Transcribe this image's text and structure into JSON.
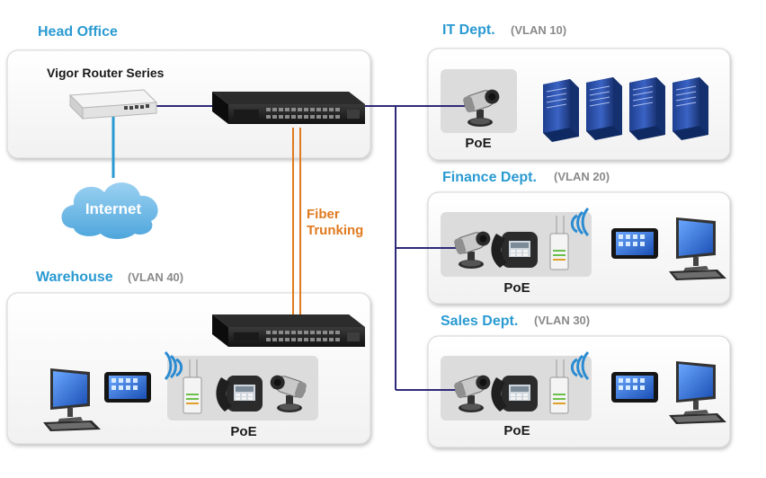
{
  "labels": {
    "head_office": "Head Office",
    "vigor_router": "Vigor Router Series",
    "internet": "Internet",
    "fiber": "Fiber",
    "trunking": "Trunking",
    "it_dept": "IT Dept.",
    "it_vlan": "(VLAN 10)",
    "finance_dept": "Finance Dept.",
    "finance_vlan": "(VLAN 20)",
    "sales_dept": "Sales Dept.",
    "sales_vlan": "(VLAN 30)",
    "warehouse": "Warehouse",
    "warehouse_vlan": "(VLAN 40)",
    "poe": "PoE"
  },
  "colors": {
    "title": "#2a9ad2",
    "vlan": "#8a8a8a",
    "network_line": "#2e2a78",
    "fiber_line": "#e07a1f",
    "internet_line": "#2a9ad2",
    "internet_cloud": "#6fb9e3"
  },
  "icons": [
    "router-icon",
    "switch-icon",
    "cloud-icon",
    "camera-icon",
    "phone-icon",
    "access-point-icon",
    "tablet-icon",
    "monitor-icon",
    "server-icon"
  ]
}
